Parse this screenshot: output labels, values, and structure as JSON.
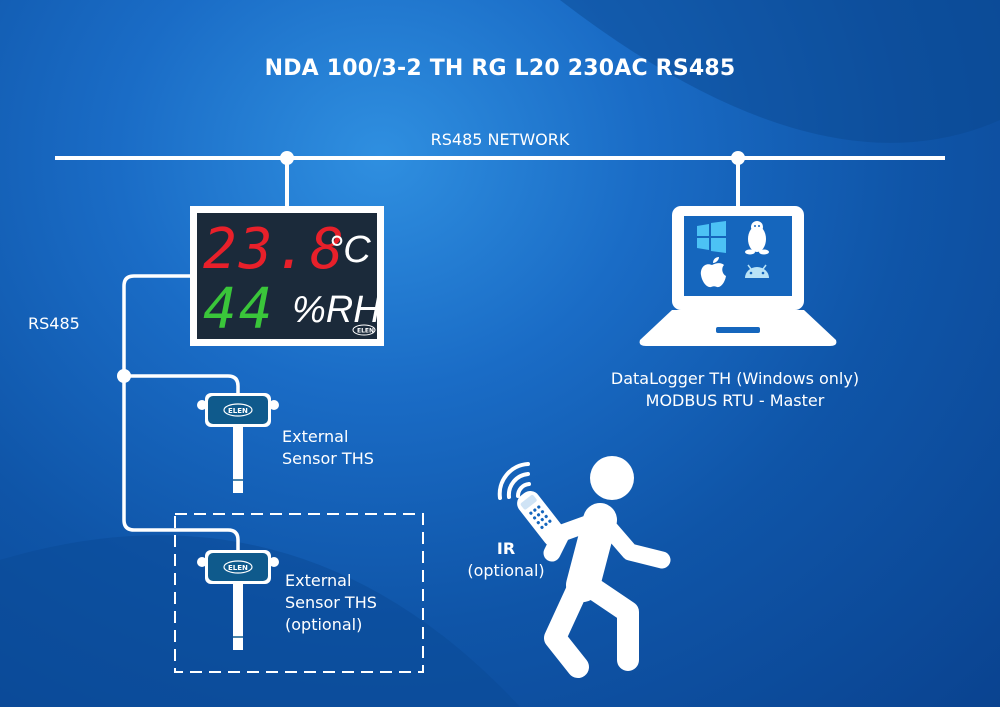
{
  "title": "NDA 100/3-2 TH RG L20 230AC RS485",
  "network_label": "RS485 NETWORK",
  "rs485_label": "RS485",
  "display": {
    "temperature": "23.8",
    "temperature_unit": "°C",
    "humidity": "44",
    "humidity_unit": "%RH",
    "brand": "ELEN"
  },
  "datalogger": {
    "line1": "DataLogger TH (Windows only)",
    "line2": "MODBUS RTU - Master"
  },
  "sensor1": {
    "line1": "External",
    "line2": "Sensor THS"
  },
  "sensor2": {
    "line1": "External",
    "line2": "Sensor THS",
    "line3": "(optional)"
  },
  "ir": {
    "line1": "IR",
    "line2": "(optional)"
  },
  "colors": {
    "temperature_digits": "#e8202a",
    "humidity_digits": "#3ac63a",
    "display_face": "#1b2a3a",
    "sensor_body": "#0f5a8c"
  }
}
